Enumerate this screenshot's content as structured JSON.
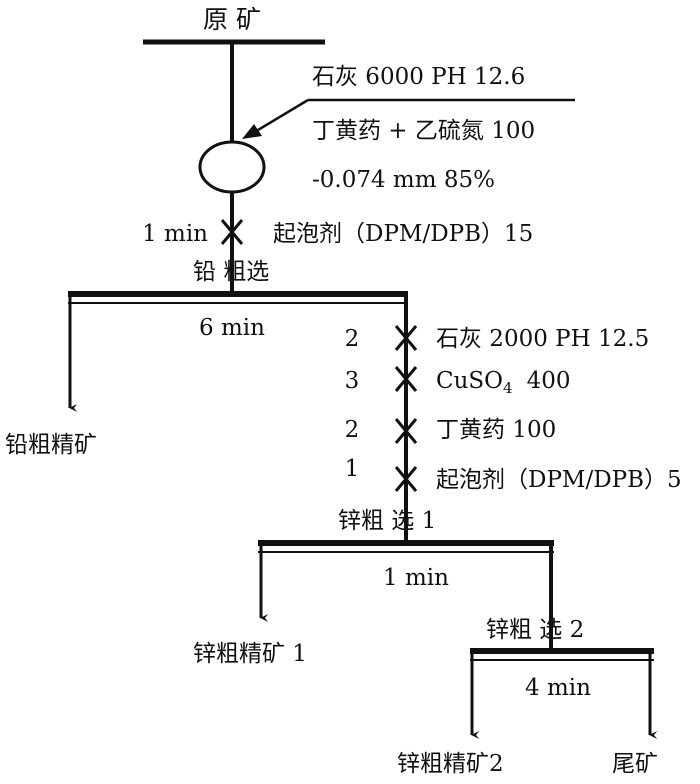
{
  "diagram": {
    "feed": {
      "label": "原 矿"
    },
    "grinding": {
      "reagent_line_1": "石灰 6000 PH 12.6",
      "reagent_line_2": "丁黄药 + 乙硫氮 100",
      "grind_size": "-0.074 mm 85%"
    },
    "frother_stage": {
      "time": "1 min",
      "reagent": "起泡剂（DPM/DPB）15"
    },
    "lead_rougher": {
      "label": "铅 粗选",
      "time": "6 min",
      "concentrate": "铅粗精矿"
    },
    "zinc_conditioning": [
      {
        "minutes": "2",
        "reagent": "石灰 2000 PH 12.5"
      },
      {
        "minutes": "3",
        "reagent_main": "CuSO",
        "reagent_sub": "4",
        "dose": "400"
      },
      {
        "minutes": "2",
        "reagent": "丁黄药 100"
      },
      {
        "minutes": "1",
        "reagent": "起泡剂（DPM/DPB）5"
      }
    ],
    "zinc_rougher_1": {
      "label": "锌粗 选 1",
      "time": "1 min",
      "concentrate": "锌粗精矿 1"
    },
    "zinc_rougher_2": {
      "label": "锌粗 选 2",
      "time": "4 min",
      "concentrate": "锌粗精矿2",
      "tailings": "尾矿"
    }
  },
  "colors": {
    "ink": "#111111",
    "background": "#ffffff"
  }
}
